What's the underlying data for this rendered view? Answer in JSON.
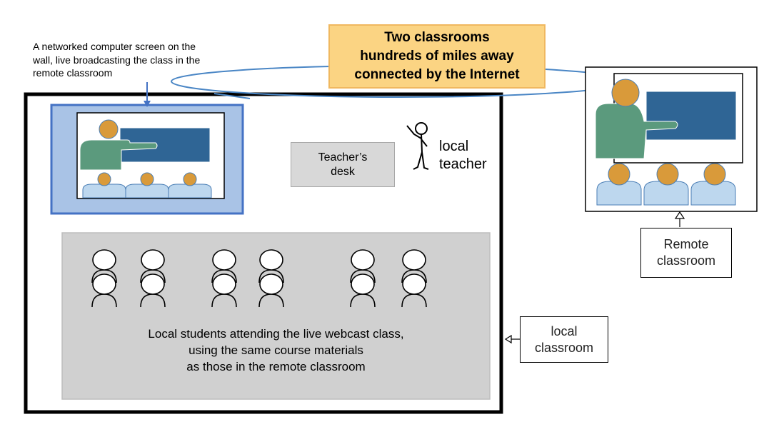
{
  "annotations": {
    "screen_note": [
      "A networked computer screen on the",
      "wall, live broadcasting the class in the",
      "remote classroom"
    ],
    "title": [
      "Two classrooms",
      "hundreds of miles away",
      "connected by the Internet"
    ],
    "teacher_desk": [
      "Teacher’s",
      "desk"
    ],
    "local_teacher": [
      "local",
      "teacher"
    ],
    "students_note": [
      "Local students attending the live webcast class,",
      "using the same course materials",
      "as those in the remote classroom"
    ],
    "remote_classroom_label": [
      "Remote",
      "classroom"
    ],
    "local_classroom_label": [
      "local",
      "classroom"
    ]
  },
  "icons": [
    "teacher-figure-icon",
    "student-icon",
    "stick-figure-icon",
    "arrow-icon"
  ],
  "colors": {
    "screen_frame": "#4472c4",
    "screen_fill": "#a9c3e6",
    "blackboard": "#2f6595",
    "teacher_body": "#5b9a7d",
    "head": "#d99a3a",
    "student_body": "#bdd7ee",
    "students_area": "#d0d0d0",
    "title_box": "#fbd483",
    "internet_link": "#4a86c5"
  }
}
